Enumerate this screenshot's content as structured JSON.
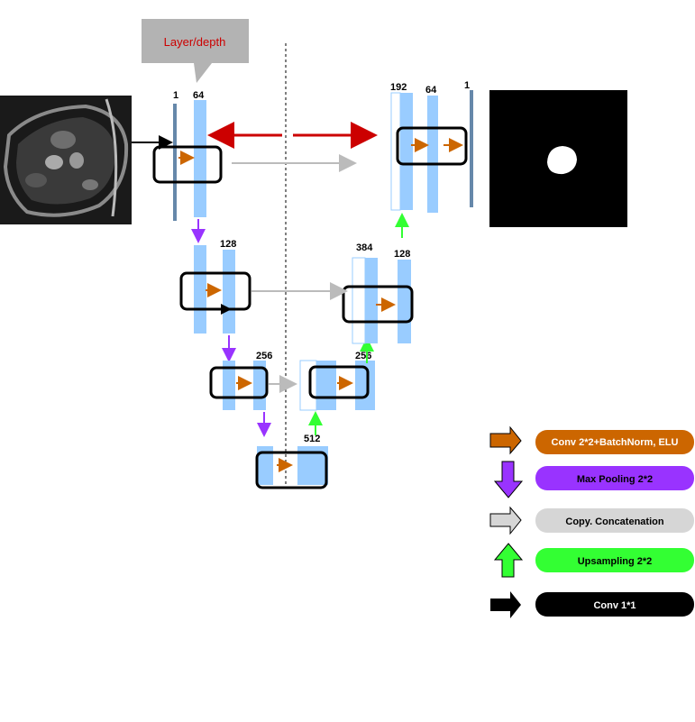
{
  "callout": {
    "text": "Layer/depth"
  },
  "depth_labels": {
    "input_channels": "1",
    "enc1": "64",
    "enc2": "128",
    "enc3": "256",
    "bottleneck": "512",
    "dec3": "256",
    "dec2_concat": "384",
    "dec2": "128",
    "dec1_concat": "192",
    "dec1": "64",
    "output_channels": "1"
  },
  "legend": [
    {
      "label": "Conv 2*2+BatchNorm, ELU",
      "color": "#cc6600",
      "text_color": "#ffffff",
      "arrow": "right-orange"
    },
    {
      "label": "Max Pooling 2*2",
      "color": "#9933ff",
      "text_color": "#000000",
      "arrow": "down-purple"
    },
    {
      "label": "Copy. Concatenation",
      "color": "#d6d6d6",
      "text_color": "#000000",
      "arrow": "right-gray"
    },
    {
      "label": "Upsampling 2*2",
      "color": "#33ff33",
      "text_color": "#000000",
      "arrow": "up-green"
    },
    {
      "label": "Conv 1*1",
      "color": "#000000",
      "text_color": "#ffffff",
      "arrow": "right-black"
    }
  ],
  "colors": {
    "feature_map": "#99ccff",
    "channel_bar": "#6688aa",
    "conv_arrow": "#cc6600",
    "pool_arrow": "#9933ff",
    "copy_arrow": "#bbbbbb",
    "up_arrow": "#33ff33",
    "skip_arrow": "#cc0000",
    "callout_bg": "#b3b3b3"
  },
  "images": {
    "input": "cardiac-mri-slice",
    "output": "segmentation-mask"
  }
}
